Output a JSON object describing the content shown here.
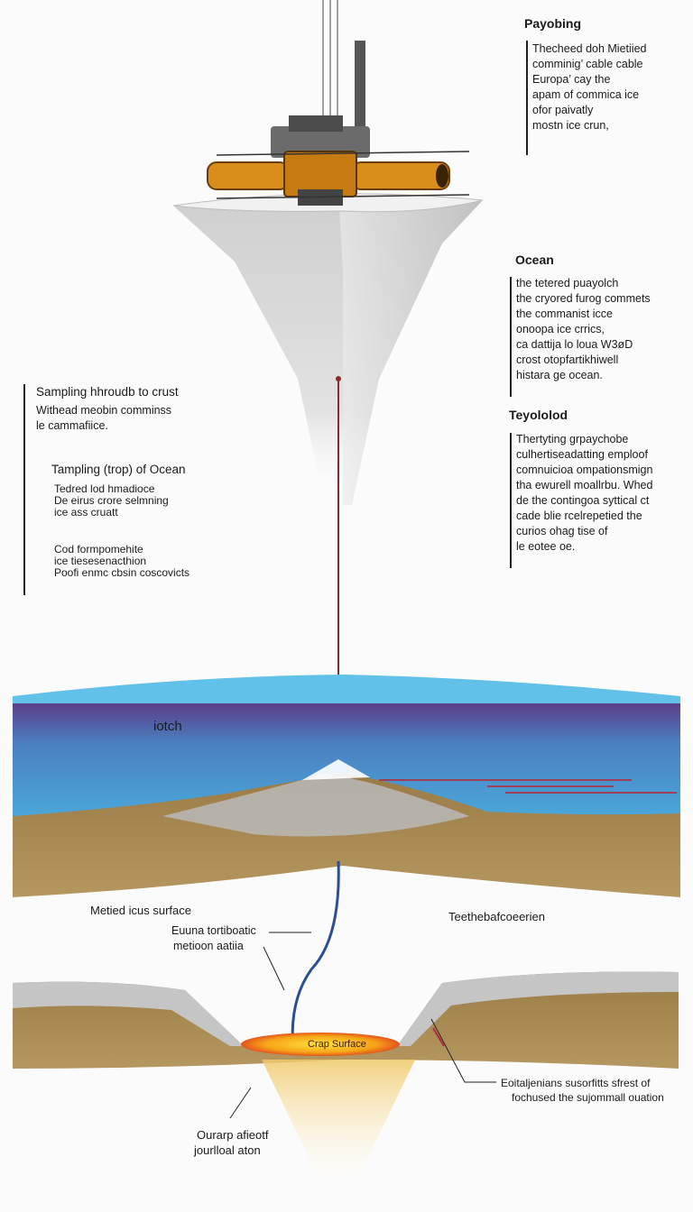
{
  "payload": {
    "heading": "Payobing",
    "lines": [
      "Thecheed doh Mietiied",
      "comminig’ cable cable",
      "Europa’ cay the",
      "apam of commica ice",
      "ofor paivatly",
      "mostn ice crun,"
    ]
  },
  "ocean_note": {
    "heading": "Ocean",
    "lines": [
      "the tetered puayolch",
      "the cryored furog commets",
      "the commanist icce",
      "onoopa ice crrics,",
      "ca dattija lo loua  W3øD",
      "crost otopfartikhiwell",
      "histara ge ocean."
    ]
  },
  "tether_note": {
    "heading": "Teyololod",
    "lines": [
      "Thertyting grpaychobe",
      "culhertiseadatting emploof",
      "comnuicioa ompationsmign",
      "tha ewurell moallrbu. Whed",
      "de the contingoa syttical ct",
      "cade blie rcelrepetied the",
      "curios ohag tise of",
      "le eotee oe."
    ]
  },
  "left_notes": {
    "sampling_title": "Sampling hhroudb to crust",
    "sampling_lines": [
      "Withead meobin comminss",
      "le cammafiice."
    ],
    "ocean_title": "Tampling (trop) of Ocean",
    "ocean_lines": [
      "Tedred lod hmadioce",
      "De eirus crore selmning",
      "ice ass cruatt"
    ],
    "extra_lines": [
      "Cod formpomehite",
      "ice tiesesenacthion",
      "Poofi enmc cbsin coscovicts"
    ]
  },
  "ocean_label": "iotch",
  "bottom": {
    "melted_label": "Metied icus surface",
    "seafloor_label": "Teethebafcoeerien",
    "fauna_lines": [
      "Euuna tortiboatic",
      "metioon aatiia"
    ],
    "crust_surface_label": "Crap Surface",
    "right_note_lines": [
      "Eoitaljenians susorfitts sfrest of",
      "fochused the sujommall ouation"
    ],
    "glow_note_lines": [
      "Ourarp afieotf",
      "jourlloal aton"
    ]
  },
  "colors": {
    "ice": "#d6d6d6",
    "ocean_top": "#62c1e9",
    "ocean_deep": "#5b3f8a",
    "sediment": "#a98a52",
    "tether": "#8b2a2a",
    "probe_cable": "#2a4f95",
    "machine": "#d98d1a",
    "glow": "#f3b21c"
  }
}
